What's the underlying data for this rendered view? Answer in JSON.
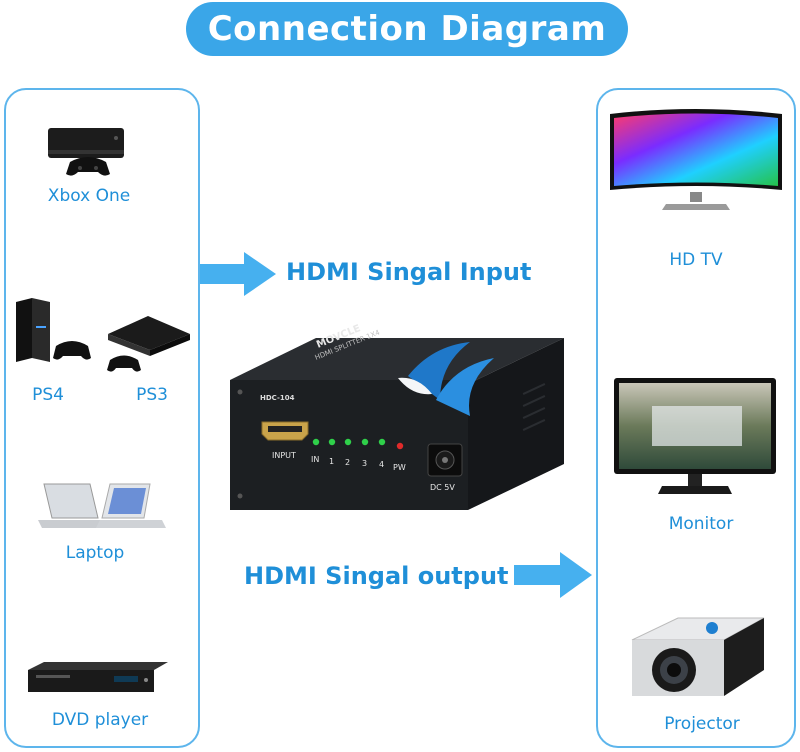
{
  "header": {
    "title": "Connection Diagram"
  },
  "sources": {
    "xbox": "Xbox One",
    "ps4": "PS4",
    "ps3": "PS3",
    "laptop": "Laptop",
    "dvd": "DVD player"
  },
  "outputs": {
    "hdtv": "HD TV",
    "monitor": "Monitor",
    "projector": "Projector"
  },
  "flow": {
    "input_label": "HDMI Singal Input",
    "output_label": "HDMI Singal output"
  },
  "device": {
    "brand": "MOVCLE",
    "subtitle": "HDMI SPLITTER 1X4",
    "model": "HDC-104",
    "input_port": "INPUT",
    "led_in": "IN",
    "led_1": "1",
    "led_2": "2",
    "led_3": "3",
    "led_4": "4",
    "led_pw": "PW",
    "dc_label": "DC 5V"
  },
  "colors": {
    "accent": "#3aa6e8",
    "label": "#1f8fd8",
    "led_green": "#2fd04a",
    "led_red": "#e02a2a"
  }
}
